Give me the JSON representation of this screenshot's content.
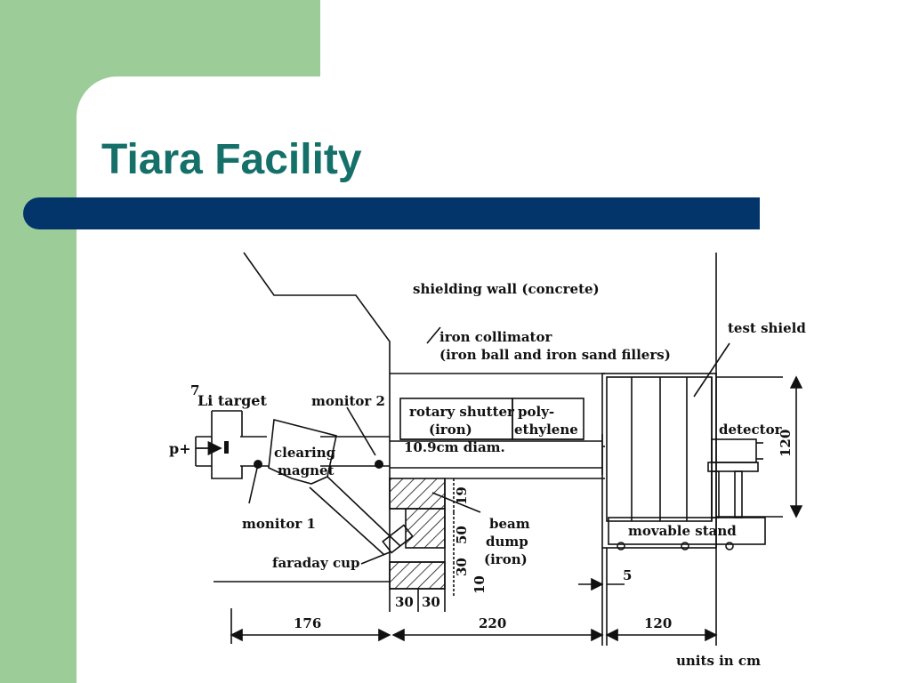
{
  "slide": {
    "title": "Tiara Facility"
  },
  "diagram": {
    "labels": {
      "shielding_wall": "shielding wall (concrete)",
      "iron_collimator_line1": "iron collimator",
      "iron_collimator_line2": "(iron ball and iron sand fillers)",
      "test_shield": "test shield",
      "li_target_super": "7",
      "li_target": "Li target",
      "monitor2": "monitor 2",
      "rotary_shutter_line1": "rotary shutter",
      "rotary_shutter_line2": "(iron)",
      "poly_line1": "poly-",
      "poly_line2": "ethylene",
      "detector": "detector",
      "proton": "p+",
      "clearing_magnet_line1": "clearing",
      "clearing_magnet_line2": "magnet",
      "diam": "10.9cm diam.",
      "monitor1": "monitor 1",
      "beam_dump_line1": "beam",
      "beam_dump_line2": "dump",
      "beam_dump_line3": "(iron)",
      "faraday_cup": "faraday cup",
      "movable_stand": "movable stand",
      "units": "units in cm"
    },
    "dimensions": {
      "d120_vertical": "120",
      "d19": "19",
      "d50": "50",
      "d30_vertical": "30",
      "d10": "10",
      "d5": "5",
      "d30a": "30",
      "d30b": "30",
      "d176": "176",
      "d220": "220",
      "d120_bottom": "120"
    }
  }
}
